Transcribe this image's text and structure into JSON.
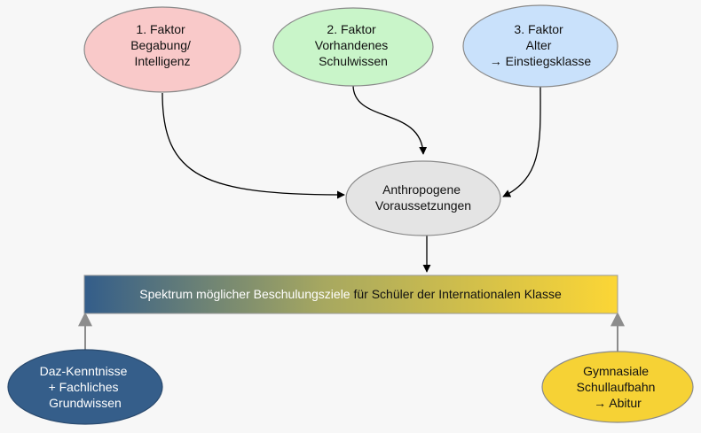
{
  "nodes": {
    "factor1": {
      "lines": [
        "1. Faktor",
        "Begabung/",
        "Intelligenz"
      ],
      "fill": "#f9c9c9",
      "stroke": "#8a8a8a"
    },
    "factor2": {
      "lines": [
        "2. Faktor",
        "Vorhandenes",
        "Schulwissen"
      ],
      "fill": "#c9f5c9",
      "stroke": "#8a8a8a"
    },
    "factor3": {
      "lines": [
        "3. Faktor",
        "Alter",
        "→ Einstiegsklasse"
      ],
      "fill": "#c9e1fb",
      "stroke": "#8a8a8a"
    },
    "center": {
      "lines": [
        "Anthropogene",
        "Voraussetzungen"
      ],
      "fill": "#e4e4e4",
      "stroke": "#8a8a8a"
    },
    "bottom_left": {
      "lines": [
        "Daz-Kenntnisse",
        "+ Fachliches",
        "Grundwissen"
      ],
      "fill": "#355e8a",
      "stroke": "#2a4a6e"
    },
    "bottom_right": {
      "lines": [
        "Gymnasiale",
        "Schullaufbahn",
        "→ Abitur"
      ],
      "fill": "#f6d235",
      "stroke": "#8a8a8a"
    }
  },
  "spectrum_bar": {
    "label_part1": "Spektrum möglicher Beschulungsziele",
    "label_part2": " für Schüler der Internationalen Klasse",
    "gradient_start": "#335d8a",
    "gradient_end": "#fcd635"
  },
  "colors": {
    "arrow_black": "#000000",
    "arrow_gray": "#8c8c8c"
  }
}
